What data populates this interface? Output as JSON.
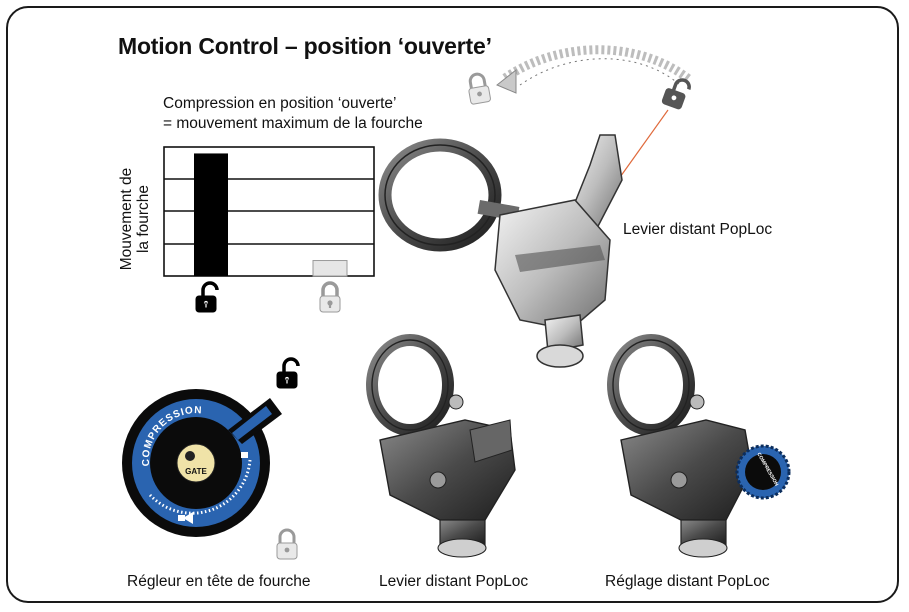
{
  "title": "Motion Control – position ‘ouverte’",
  "subtitle_line1": "Compression en position ‘ouverte’",
  "subtitle_line2": "= mouvement maximum de la fourche",
  "chart_data": {
    "type": "bar",
    "categories": [
      "open-lock",
      "closed-lock"
    ],
    "values": [
      0.95,
      0.12
    ],
    "ylabel_line1": "Mouvement de",
    "ylabel_line2": "la fourche",
    "grid": true,
    "colors": [
      "#000000",
      "#e6e6e6"
    ]
  },
  "labels": {
    "remote_lever_large": "Levier distant PopLoc",
    "crown_adjuster": "Régleur en tête de fourche",
    "remote_lever": "Levier distant PopLoc",
    "remote_adjust": "Réglage distant PopLoc"
  },
  "dial": {
    "ring_text": "COMPRESSION",
    "center_text": "GATE",
    "knob_text": "COMPRESSION"
  },
  "colors": {
    "dial_blue": "#2a64b0",
    "lever_orange": "#e06a3c"
  },
  "icons": [
    "open-lock-icon",
    "closed-lock-icon",
    "dashed-arrow-icon"
  ]
}
